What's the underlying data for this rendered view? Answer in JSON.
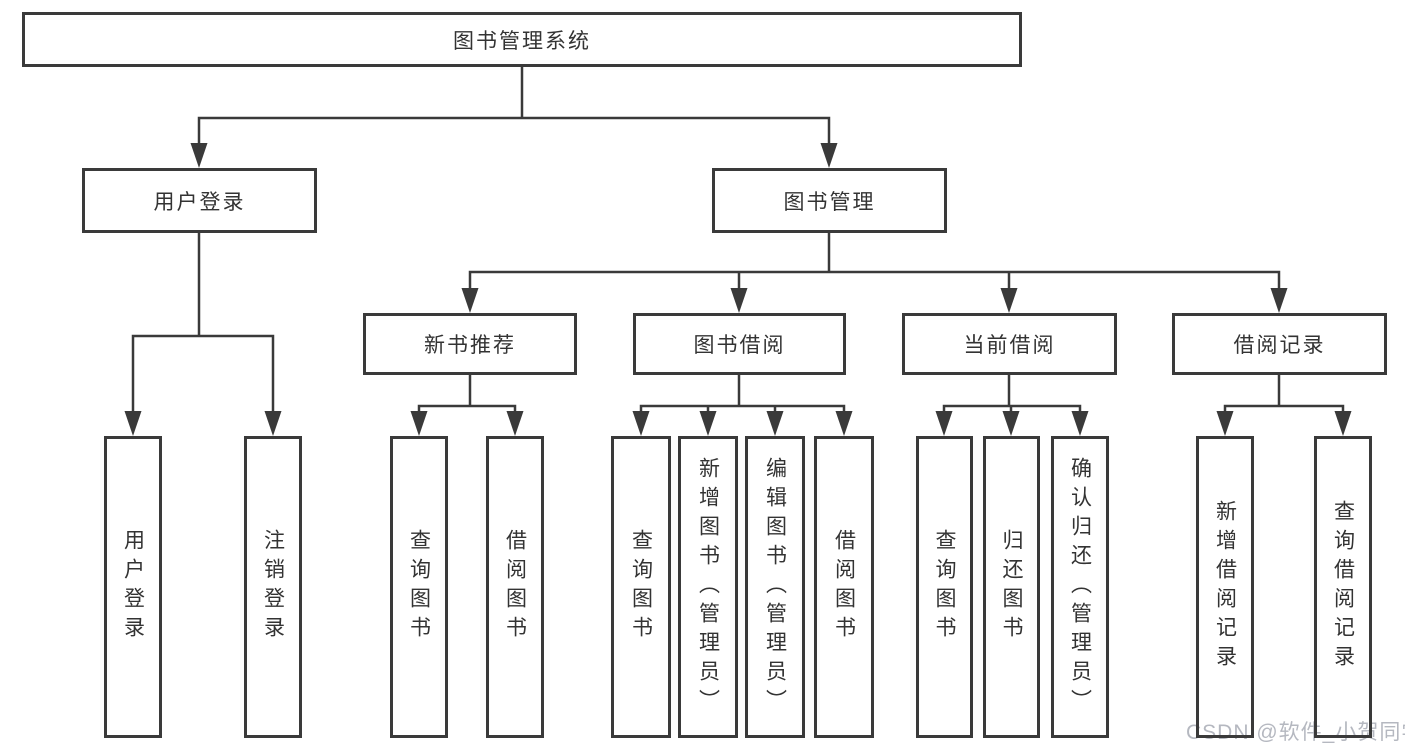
{
  "diagram": {
    "root": {
      "label": "图书管理系统"
    },
    "level1": {
      "user_login": {
        "label": "用户登录"
      },
      "book_management": {
        "label": "图书管理"
      }
    },
    "level2": {
      "new_book_recommend": {
        "label": "新书推荐"
      },
      "book_borrowing": {
        "label": "图书借阅"
      },
      "current_borrowing": {
        "label": "当前借阅"
      },
      "borrowing_records": {
        "label": "借阅记录"
      }
    },
    "leaves": {
      "user_login": [
        "用户登录",
        "注销登录"
      ],
      "new_book_recommend": [
        "查询图书",
        "借阅图书"
      ],
      "book_borrowing": [
        "查询图书",
        "新增图书（管理员）",
        "编辑图书（管理员）",
        "借阅图书"
      ],
      "current_borrowing": [
        "查询图书",
        "归还图书",
        "确认归还（管理员）"
      ],
      "borrowing_records": [
        "新增借阅记录",
        "查询借阅记录"
      ]
    }
  },
  "watermark": "CSDN @软件_小贺同学",
  "colors": {
    "line": "#3a3a3a",
    "text": "#333333",
    "watermark": "#b5b8c0",
    "background": "#ffffff"
  }
}
